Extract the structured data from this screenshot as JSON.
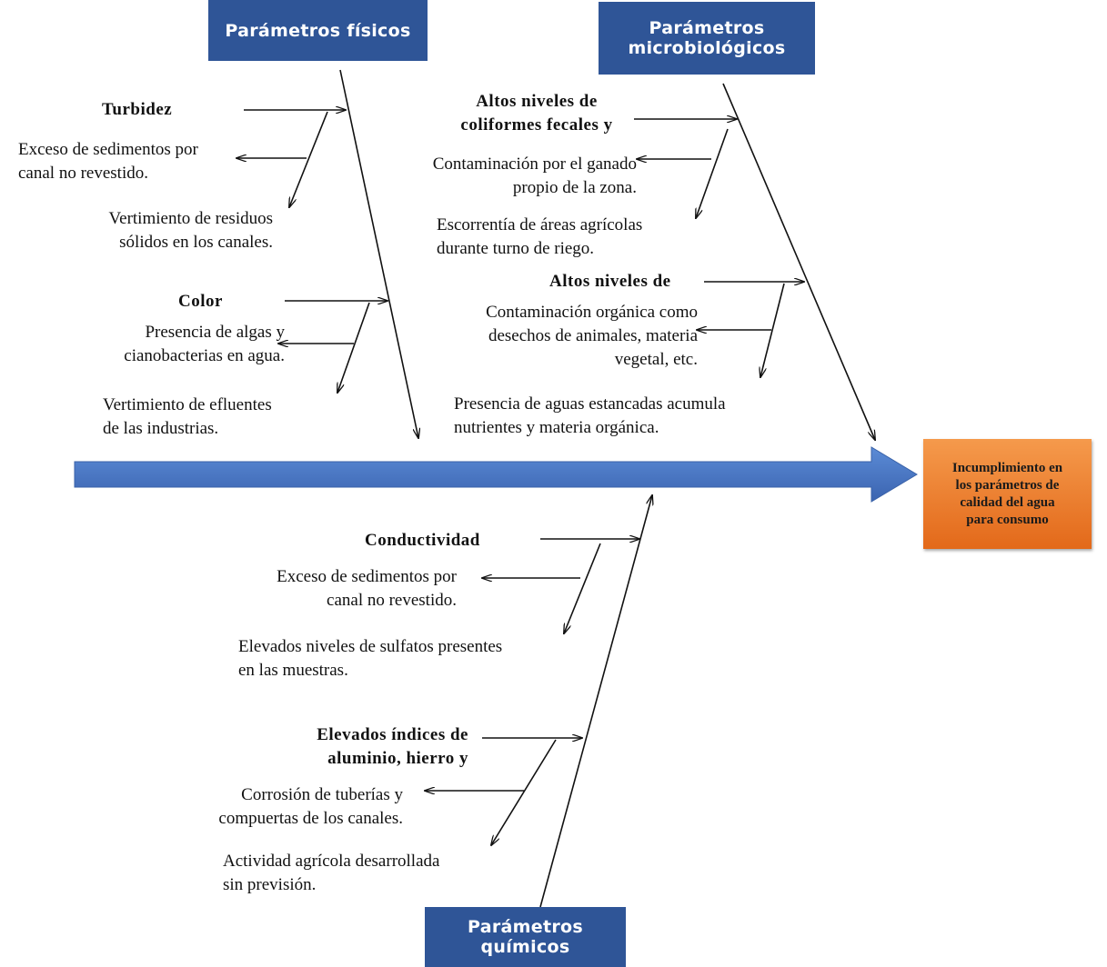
{
  "effect": "Incumplimiento en\nlos parámetros de\ncalidad del agua\npara consumo",
  "categories": {
    "fisicos": "Parámetros físicos",
    "microbiologicos": "Parámetros\nmicrobiológicos",
    "quimicos": "Parámetros\nquímicos"
  },
  "causes": {
    "turbidez": "Turbidez",
    "turbidez_sub1": "Exceso de sedimentos por\ncanal no revestido.",
    "turbidez_sub2": "Vertimiento de residuos\nsólidos en los canales.",
    "color": "Color",
    "color_sub1": "Presencia de algas y\ncianobacterias en agua.",
    "color_sub2": "Vertimiento de efluentes\nde las industrias.",
    "coliformes": "Altos niveles de\ncoliformes fecales y",
    "coliformes_sub1": "Contaminación por el ganado\npropio de la zona.",
    "coliformes_sub2": "Escorrentía de áreas agrícolas\ndurante turno de riego.",
    "altos_niveles": "Altos niveles de",
    "altos_niveles_sub1": "Contaminación orgánica como\ndesechos de animales, materia\nvegetal, etc.",
    "altos_niveles_sub2": "Presencia de aguas estancadas acumula\nnutrientes y materia orgánica.",
    "conductividad": "Conductividad",
    "conductividad_sub1": "Exceso de sedimentos por\ncanal no revestido.",
    "conductividad_sub2": "Elevados niveles de sulfatos presentes\nen las muestras.",
    "metales": "Elevados índices de\naluminio, hierro y",
    "metales_sub1": "Corrosión de tuberías y\ncompuertas de los canales.",
    "metales_sub2": "Actividad agrícola desarrollada\nsin previsión."
  },
  "colors": {
    "category_box": "#2f5597",
    "spine_arrow": "#4472c4",
    "effect_box": "#ed7d31"
  }
}
